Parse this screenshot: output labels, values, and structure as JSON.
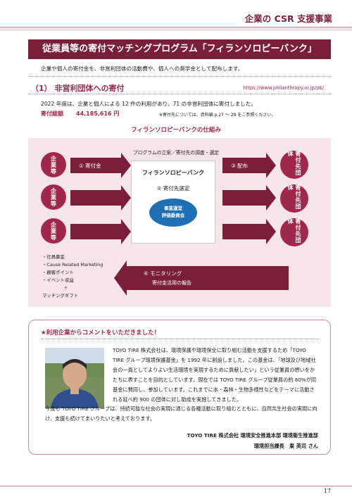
{
  "header": {
    "section": "企業の CSR 支援事業"
  },
  "band": {
    "title": "従業員等の寄付マッチングプログラム「フィランソロピーバンク」"
  },
  "intro": "企業や個人の寄付金を、非営利団体の活動費や、個人への奨学金として配布します。",
  "section1": {
    "title": "（1） 非営利団体への寄付",
    "url": "https://www.philanthropy.or.jp/pb/",
    "body": "2022 年度は、企業と個人による 12 件の利用があり、71 の非営利団体に寄付しました。",
    "total_label": "寄付総額",
    "total_value": "44,185,616 円",
    "note": "※寄付先については、資料編 p.27 ～ 28 をご参照ください。"
  },
  "diagram": {
    "title": "フィランソロピーバンクの仕組み",
    "plan": "プログラムの立案／寄付先の調査・選定",
    "company": "企業等",
    "recipient": "寄付先団体",
    "arrow1": "① 寄付金",
    "center_title": "フィランソロピーバンク",
    "center_sub": "② 寄付先選定",
    "committee_line1": "事業運営",
    "committee_line2": "評価委員会",
    "arrow3": "③ 配布",
    "list": [
      "・社員募金",
      "・Cause Related Marketing",
      "・顧客ポイント",
      "・イベント収益",
      "＋",
      "マッチングギフト"
    ],
    "back_label1": "④ モニタリング",
    "back_label2": "寄付金活用の報告"
  },
  "comment": {
    "title": "★利用企業からコメントをいただきました！",
    "paragraph1": "TOYO TIRE 株式会社は、環境保護や環境保全に取り組む活動を支援するため「TOYO TIRE グループ環境保護基金」を 1992 年に創設しました。この基金は、「地球及び地域社会の一員としてよりよい生活環境を実現するために貢献したい」という従業員の想いをかたちに表すことを目的としています。現在では TOYO TIRE グループ従業員の約 80%が同基金に賛同し、参加しています。これまでに水・森林・生物多様性などをテーマに活動される延べ約 900 の団体に対し助成を実施してきました。",
    "paragraph2": "今後も TOYO TIRE グループは、持続可能な社会の実現に通じる各種活動に取り組むとともに、自然共生社会の実現に向け、支援も続けてまいりたいと考えております。",
    "signature1": "TOYO TIRE 株式会社 環境安全推進本部 環境衛生推進部",
    "signature2": "環境担当課長　東 英司 さん"
  },
  "page_number": "17"
}
